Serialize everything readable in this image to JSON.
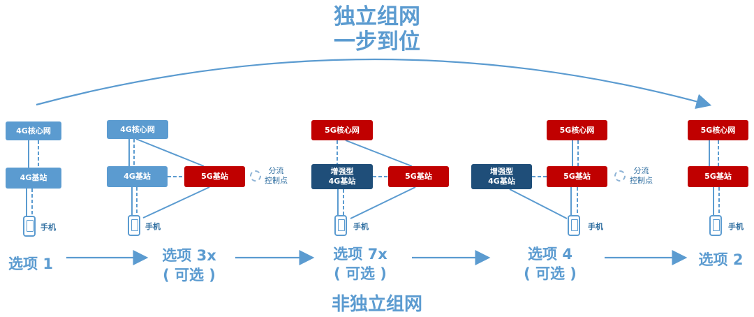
{
  "title": {
    "line1": "独立组网",
    "line2": "一步到位"
  },
  "bottom_title": "非独立组网",
  "nodes": {
    "core_4g": "4G核心网",
    "core_5g": "5G核心网",
    "bs_4g": "4G基站",
    "bs_5g": "5G基站",
    "bs_enhanced_4g": "增强型\n4G基站",
    "phone": "手机",
    "split_ctrl": "分流\n控制点"
  },
  "options": [
    {
      "label": "选项 1"
    },
    {
      "label": "选项 3x\n( 可选 )"
    },
    {
      "label": "选项 7x\n( 可选 )"
    },
    {
      "label": "选项 4\n( 可选 )"
    },
    {
      "label": "选项 2"
    }
  ],
  "colors": {
    "lte_blue": "#5b9bd0",
    "nr_red": "#c00000",
    "enhanced_navy": "#1f4e79",
    "title_blue": "#5b9bd0"
  },
  "icons": [
    "phone-icon",
    "split-control-point-icon",
    "arrow-right-icon"
  ]
}
